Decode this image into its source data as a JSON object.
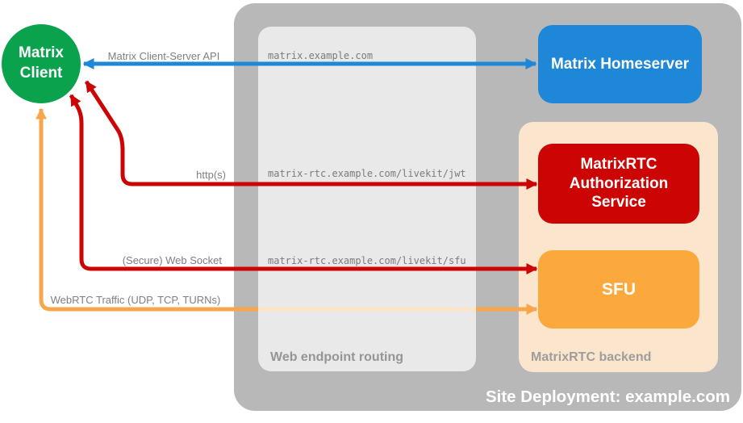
{
  "site": {
    "caption": "Site Deployment: example.com",
    "bg_color": "#b8b8b8"
  },
  "client": {
    "label": "Matrix Client",
    "color": "#0ba24e"
  },
  "homeserver": {
    "label": "Matrix Homeserver",
    "color": "#1e87d8"
  },
  "routing": {
    "caption": "Web endpoint routing",
    "endpoints": [
      "matrix.example.com",
      "matrix-rtc.example.com/livekit/jwt",
      "matrix-rtc.example.com/livekit/sfu"
    ]
  },
  "backend": {
    "caption": "MatrixRTC backend",
    "bg_color": "#fce5cd",
    "auth_service": {
      "label": "MatrixRTC Authorization Service",
      "color": "#cc0404"
    },
    "sfu": {
      "label": "SFU",
      "color": "#fba93d"
    }
  },
  "links": {
    "client_server_api": {
      "label": "Matrix Client-Server API",
      "color": "#1e87d8"
    },
    "https": {
      "label": "http(s)",
      "color": "#cc0404"
    },
    "websocket": {
      "label": "(Secure) Web Socket",
      "color": "#cc0404"
    },
    "webrtc": {
      "label": "WebRTC Traffic (UDP, TCP, TURNs)",
      "color": "#f7a64b"
    }
  }
}
